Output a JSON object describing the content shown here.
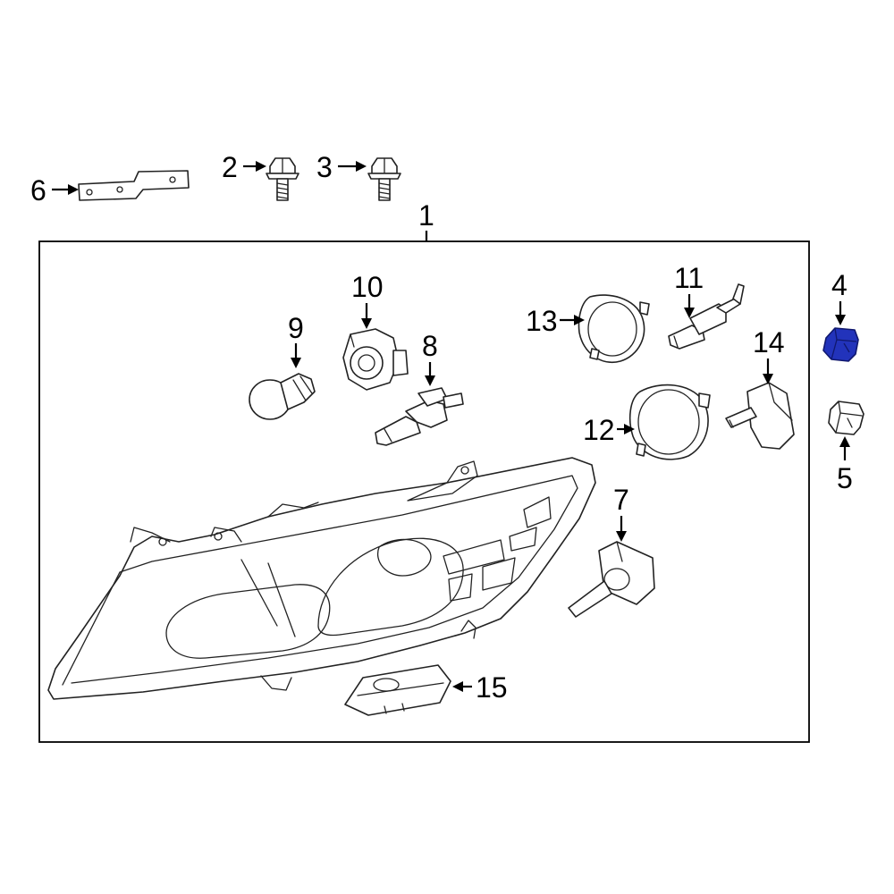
{
  "callouts": {
    "c1": "1",
    "c2": "2",
    "c3": "3",
    "c4": "4",
    "c5": "5",
    "c6": "6",
    "c7": "7",
    "c8": "8",
    "c9": "9",
    "c10": "10",
    "c11": "11",
    "c12": "12",
    "c13": "13",
    "c14": "14",
    "c15": "15"
  },
  "highlighted_part": "4",
  "colors": {
    "highlight": "#2233bb",
    "line": "#222222",
    "background": "#ffffff"
  }
}
